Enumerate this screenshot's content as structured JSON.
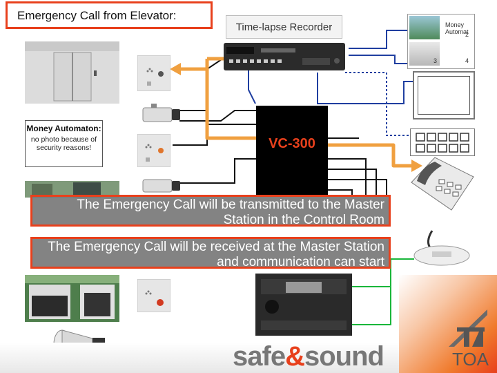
{
  "title": "Emergency Call from Elevator:",
  "recorder_label": "Time-lapse Recorder",
  "monitor": {
    "label": "Money Automat",
    "numbers": [
      "2",
      "3",
      "4"
    ]
  },
  "money_automaton": {
    "title": "Money Automaton:",
    "subtitle": "no photo because of security reasons!"
  },
  "switcher_label": "VC-300",
  "banners": [
    "The Emergency Call will be transmitted to the Master Station in the Control Room",
    "The Emergency Call will be received at the Master Station and communication can start"
  ],
  "logo": {
    "left": "safe",
    "amp": "&",
    "right": "sound"
  },
  "brand": "TOA",
  "colors": {
    "accent": "#e8401c",
    "orange_line": "#f0a040",
    "blue_line": "#1f3ea0",
    "green_line": "#19b63a"
  }
}
